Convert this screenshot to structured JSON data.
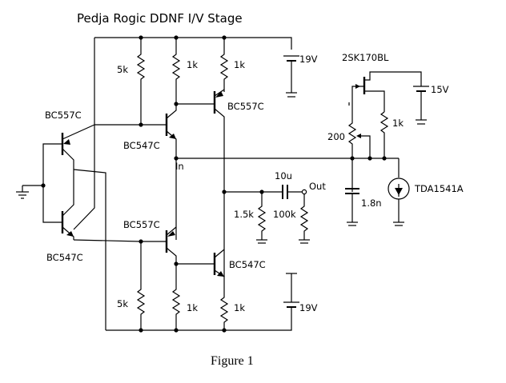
{
  "title": "Pedja Rogic DDNF I/V Stage",
  "caption": "Figure 1",
  "labels": {
    "r_top_5k": "5k",
    "r_top_1k_a": "1k",
    "r_top_1k_b": "1k",
    "r_bot_5k": "5k",
    "r_bot_1k_a": "1k",
    "r_bot_1k_b": "1k",
    "bat_top": "19V",
    "bat_bot": "19V",
    "bat_15v": "15V",
    "q_in_top": "BC557C",
    "q_in_bot": "BC547C",
    "q_mid_top": "BC547C",
    "q_mid_bot": "BC557C",
    "q_out_top": "BC557C",
    "q_out_bot": "BC547C",
    "in": "In",
    "cap_out": "10u",
    "out": "Out",
    "r_load_a": "1.5k",
    "r_load_b": "100k",
    "jfet": "2SK170BL",
    "r_200": "200",
    "r_src_1k": "1k",
    "cap_18n": "1.8n",
    "dac": "TDA1541A"
  }
}
